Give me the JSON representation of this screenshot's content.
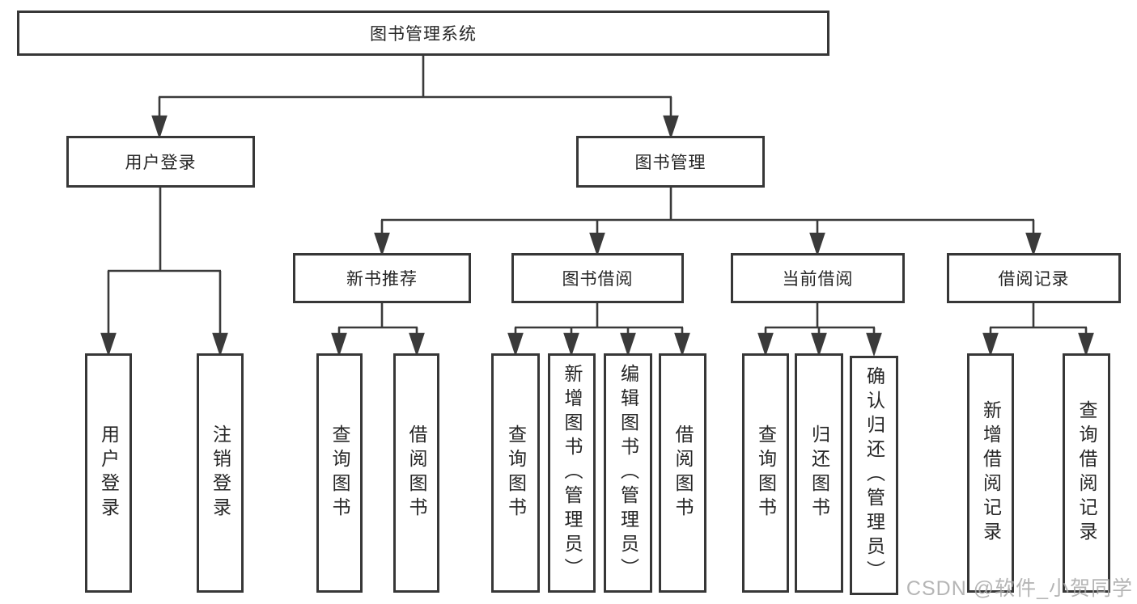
{
  "diagram": {
    "root": {
      "label": "图书管理系统"
    },
    "branches": [
      {
        "label": "用户登录",
        "children": [
          {
            "label": "用户登录"
          },
          {
            "label": "注销登录"
          }
        ]
      },
      {
        "label": "图书管理",
        "children": [
          {
            "label": "新书推荐",
            "children": [
              {
                "label": "查询图书"
              },
              {
                "label": "借阅图书"
              }
            ]
          },
          {
            "label": "图书借阅",
            "children": [
              {
                "label": "查询图书"
              },
              {
                "label": "新增图书（管理员）"
              },
              {
                "label": "编辑图书（管理员）"
              },
              {
                "label": "借阅图书"
              }
            ]
          },
          {
            "label": "当前借阅",
            "children": [
              {
                "label": "查询图书"
              },
              {
                "label": "归还图书"
              },
              {
                "label": "确认归还（管理员）"
              }
            ]
          },
          {
            "label": "借阅记录",
            "children": [
              {
                "label": "新增借阅记录"
              },
              {
                "label": "查询借阅记录"
              }
            ]
          }
        ]
      }
    ]
  },
  "watermark": {
    "text": "CSDN @软件_小贺同学"
  },
  "colors": {
    "line": "#3a3a3a",
    "box_border": "#373737",
    "text": "#262626",
    "watermark": "#a8a8a8",
    "background": "#ffffff"
  }
}
